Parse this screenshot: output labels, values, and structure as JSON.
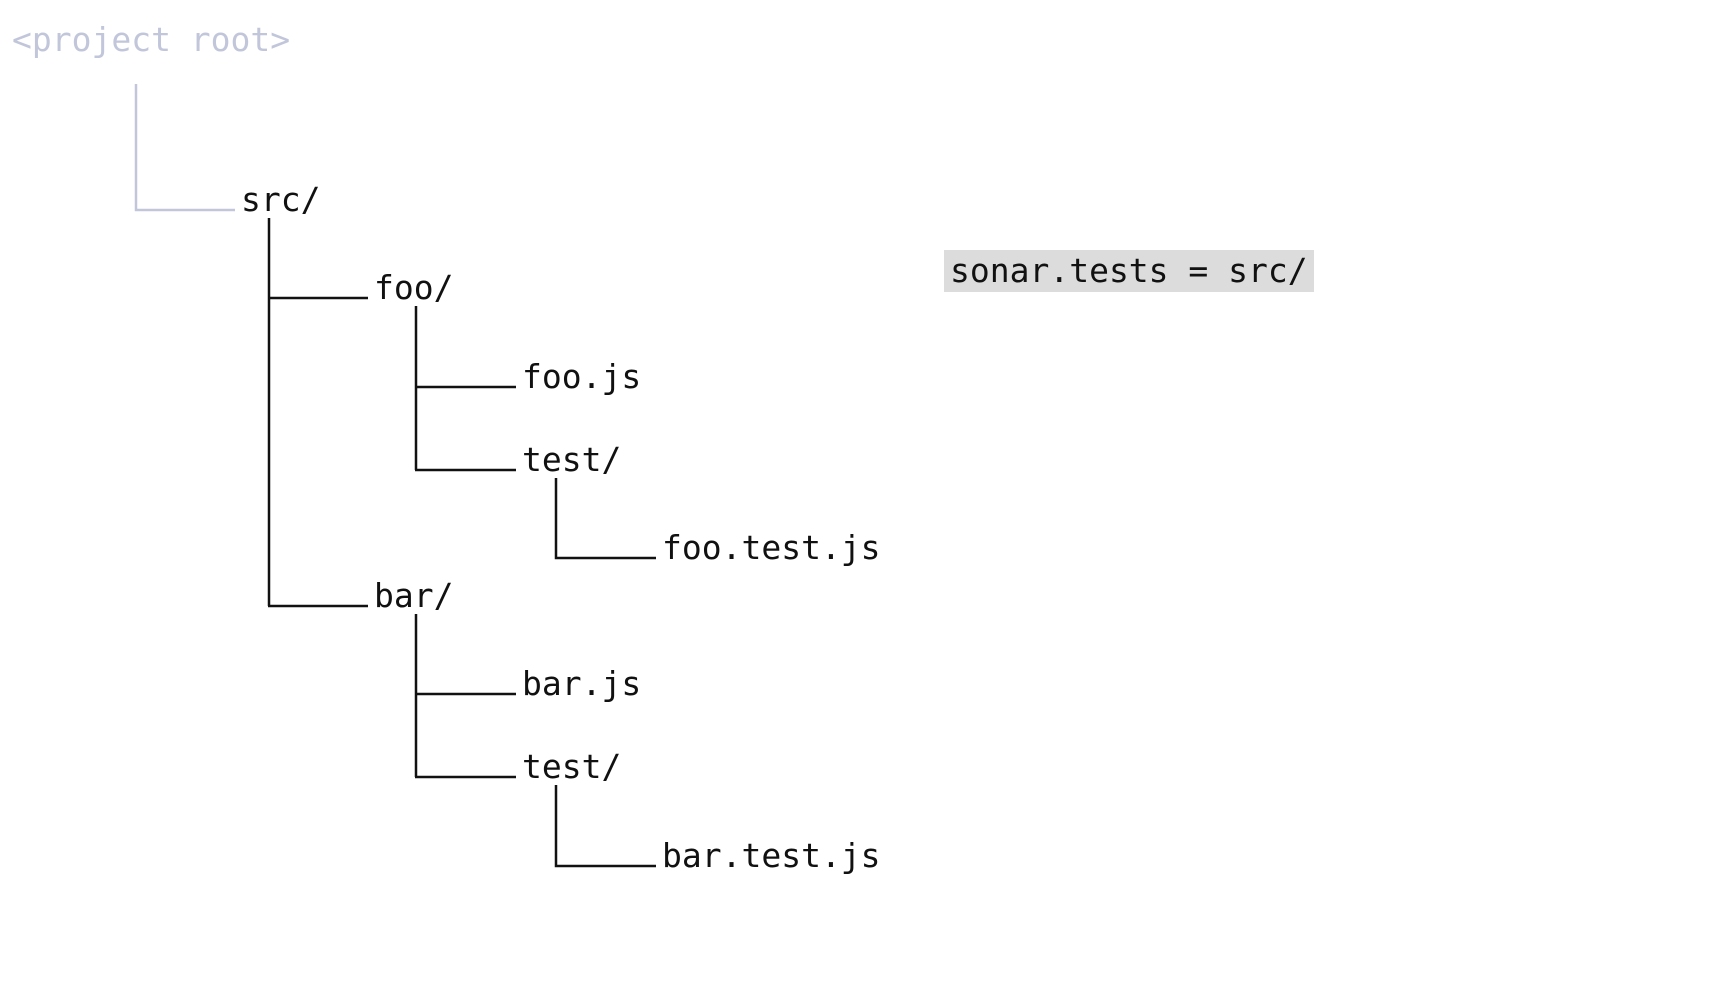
{
  "tree": {
    "root": "<project root>",
    "src": "src/",
    "foo_dir": "foo/",
    "foo_js": "foo.js",
    "foo_test_dir": "test/",
    "foo_test_js": "foo.test.js",
    "bar_dir": "bar/",
    "bar_js": "bar.js",
    "bar_test_dir": "test/",
    "bar_test_js": "bar.test.js"
  },
  "config": {
    "property": "sonar.tests = src/"
  },
  "colors": {
    "root_text": "#c2c6da",
    "root_connector": "#c2c6da",
    "text": "#111111",
    "connector": "#111111",
    "config_background": "#dcdcdc"
  }
}
